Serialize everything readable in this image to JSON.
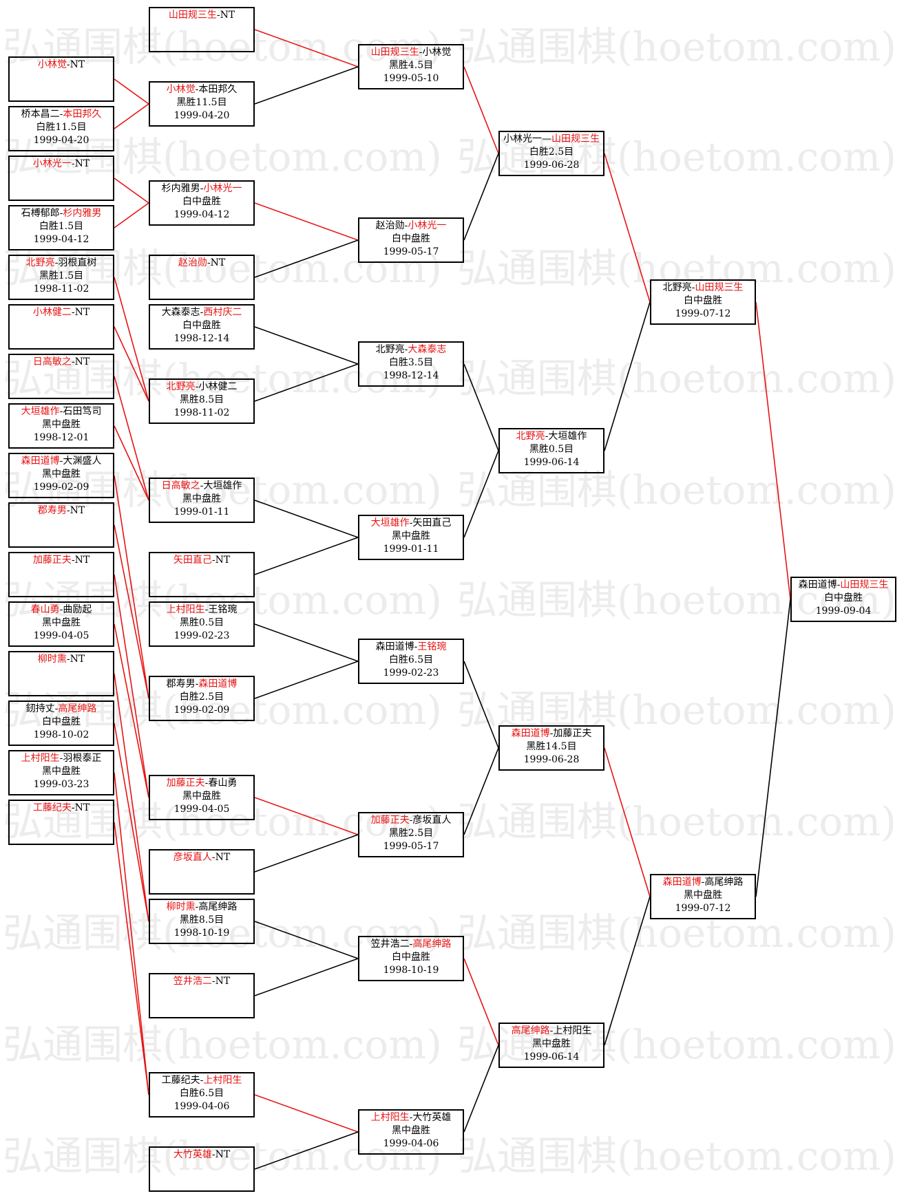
{
  "watermark": "弘通围棋(hoetom.com)",
  "colors": {
    "winner": "#e81212",
    "loser_line": "#000000",
    "border": "#000000"
  },
  "rounds": {
    "r1": [
      {
        "p1": "小林觉",
        "p2": "NT",
        "win": 1
      },
      {
        "p1": "桥本昌二",
        "p2": "本田邦久",
        "win": 2,
        "result": "白胜11.5目",
        "date": "1999-04-20"
      },
      {
        "p1": "小林光一",
        "p2": "NT",
        "win": 1
      },
      {
        "p1": "石榑郁郎",
        "p2": "杉内雅男",
        "win": 2,
        "result": "白胜1.5目",
        "date": "1999-04-12"
      },
      {
        "p1": "北野亮",
        "p2": "羽根直树",
        "win": 1,
        "result": "黑胜1.5目",
        "date": "1998-11-02"
      },
      {
        "p1": "小林健二",
        "p2": "NT",
        "win": 1
      },
      {
        "p1": "日高敏之",
        "p2": "NT",
        "win": 1
      },
      {
        "p1": "大垣雄作",
        "p2": "石田笃司",
        "win": 1,
        "result": "黑中盘胜",
        "date": "1998-12-01"
      },
      {
        "p1": "森田道博",
        "p2": "大渊盛人",
        "win": 1,
        "result": "黑中盘胜",
        "date": "1999-02-09"
      },
      {
        "p1": "郡寿男",
        "p2": "NT",
        "win": 1
      },
      {
        "p1": "加藤正夫",
        "p2": "NT",
        "win": 1
      },
      {
        "p1": "春山勇",
        "p2": "曲励起",
        "win": 1,
        "result": "黑中盘胜",
        "date": "1999-04-05"
      },
      {
        "p1": "柳时熏",
        "p2": "NT",
        "win": 1
      },
      {
        "p1": "釰持丈",
        "p2": "高尾绅路",
        "win": 2,
        "result": "白中盘胜",
        "date": "1998-10-02"
      },
      {
        "p1": "上村阳生",
        "p2": "羽根泰正",
        "win": 1,
        "result": "黑中盘胜",
        "date": "1999-03-23"
      },
      {
        "p1": "工藤纪夫",
        "p2": "NT",
        "win": 1
      }
    ],
    "r2": [
      {
        "p1": "山田规三生",
        "p2": "NT",
        "win": 1
      },
      {
        "p1": "小林觉",
        "p2": "本田邦久",
        "win": 1,
        "result": "黑胜11.5目",
        "date": "1999-04-20"
      },
      {
        "p1": "杉内雅男",
        "p2": "小林光一",
        "win": 2,
        "result": "白中盘胜",
        "date": "1999-04-12"
      },
      {
        "p1": "赵治勋",
        "p2": "NT",
        "win": 1
      },
      {
        "p1": "大森泰志",
        "p2": "西村庆二",
        "win": 2,
        "result": "白中盘胜",
        "date": "1998-12-14"
      },
      {
        "p1": "北野亮",
        "p2": "小林健二",
        "win": 1,
        "result": "黑胜8.5目",
        "date": "1998-11-02"
      },
      {
        "p1": "日高敏之",
        "p2": "大垣雄作",
        "win": 1,
        "result": "黑中盘胜",
        "date": "1999-01-11"
      },
      {
        "p1": "矢田直己",
        "p2": "NT",
        "win": 1
      },
      {
        "p1": "上村阳生",
        "p2": "王铭琬",
        "win": 1,
        "result": "黑胜0.5目",
        "date": "1999-02-23"
      },
      {
        "p1": "郡寿男",
        "p2": "森田道博",
        "win": 2,
        "result": "白胜2.5目",
        "date": "1999-02-09"
      },
      {
        "p1": "加藤正夫",
        "p2": "春山勇",
        "win": 1,
        "result": "黑中盘胜",
        "date": "1999-04-05"
      },
      {
        "p1": "彦坂直人",
        "p2": "NT",
        "win": 1
      },
      {
        "p1": "柳时熏",
        "p2": "高尾绅路",
        "win": 1,
        "result": "黑胜8.5目",
        "date": "1998-10-19"
      },
      {
        "p1": "笠井浩二",
        "p2": "NT",
        "win": 1
      },
      {
        "p1": "工藤纪夫",
        "p2": "上村阳生",
        "win": 2,
        "result": "白胜6.5目",
        "date": "1999-04-06"
      },
      {
        "p1": "大竹英雄",
        "p2": "NT",
        "win": 1
      }
    ],
    "r3": [
      {
        "p1": "山田规三生",
        "p2": "小林觉",
        "win": 1,
        "result": "黑胜4.5目",
        "date": "1999-05-10"
      },
      {
        "p1": "赵治勋",
        "p2": "小林光一",
        "win": 2,
        "result": "白中盘胜",
        "date": "1999-05-17"
      },
      {
        "p1": "北野亮",
        "p2": "大森泰志",
        "win": 2,
        "result": "白胜3.5目",
        "date": "1998-12-14"
      },
      {
        "p1": "大垣雄作",
        "p2": "矢田直己",
        "win": 1,
        "result": "黑中盘胜",
        "date": "1999-01-11"
      },
      {
        "p1": "森田道博",
        "p2": "王铭琬",
        "win": 2,
        "result": "白胜6.5目",
        "date": "1999-02-23"
      },
      {
        "p1": "加藤正夫",
        "p2": "彦坂直人",
        "win": 1,
        "result": "黑胜2.5目",
        "date": "1999-05-17"
      },
      {
        "p1": "笠井浩二",
        "p2": "高尾绅路",
        "win": 2,
        "result": "白中盘胜",
        "date": "1998-10-19"
      },
      {
        "p1": "上村阳生",
        "p2": "大竹英雄",
        "win": 1,
        "result": "黑中盘胜",
        "date": "1999-04-06"
      }
    ],
    "r4": [
      {
        "p1": "小林光一",
        "p2": "山田规三生",
        "win": 2,
        "result": "白胜2.5目",
        "date": "1999-06-28",
        "sep": "—"
      },
      {
        "p1": "北野亮",
        "p2": "大垣雄作",
        "win": 1,
        "result": "黑胜0.5目",
        "date": "1999-06-14"
      },
      {
        "p1": "森田道博",
        "p2": "加藤正夫",
        "win": 1,
        "result": "黑胜14.5目",
        "date": "1999-06-28"
      },
      {
        "p1": "高尾绅路",
        "p2": "上村阳生",
        "win": 1,
        "result": "黑中盘胜",
        "date": "1999-06-14"
      }
    ],
    "r5": [
      {
        "p1": "北野亮",
        "p2": "山田规三生",
        "win": 2,
        "result": "白中盘胜",
        "date": "1999-07-12"
      },
      {
        "p1": "森田道博",
        "p2": "高尾绅路",
        "win": 1,
        "result": "黑中盘胜",
        "date": "1999-07-12"
      }
    ],
    "r6": [
      {
        "p1": "森田道博",
        "p2": "山田规三生",
        "win": 2,
        "result": "白中盘胜",
        "date": "1999-09-04"
      }
    ]
  }
}
